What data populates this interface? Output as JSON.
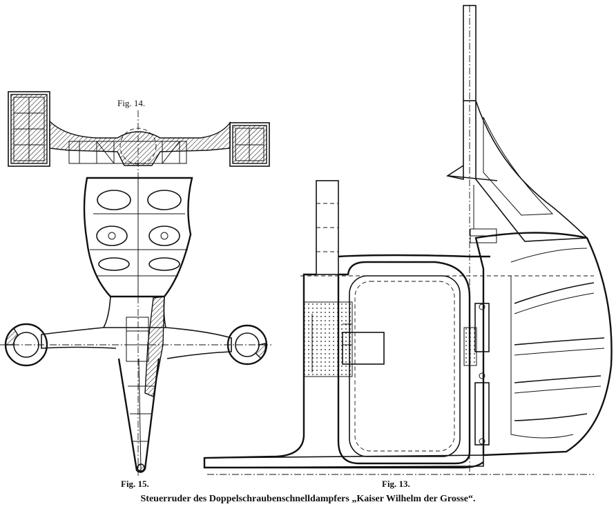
{
  "figures": {
    "fig14": {
      "label": "Fig. 14."
    },
    "fig15": {
      "label": "Fig. 15."
    },
    "fig13": {
      "label": "Fig. 13."
    }
  },
  "caption": "Steuerruder des Doppelschraubenschnelldampfers „Kaiser Wilhelm der Grosse“."
}
